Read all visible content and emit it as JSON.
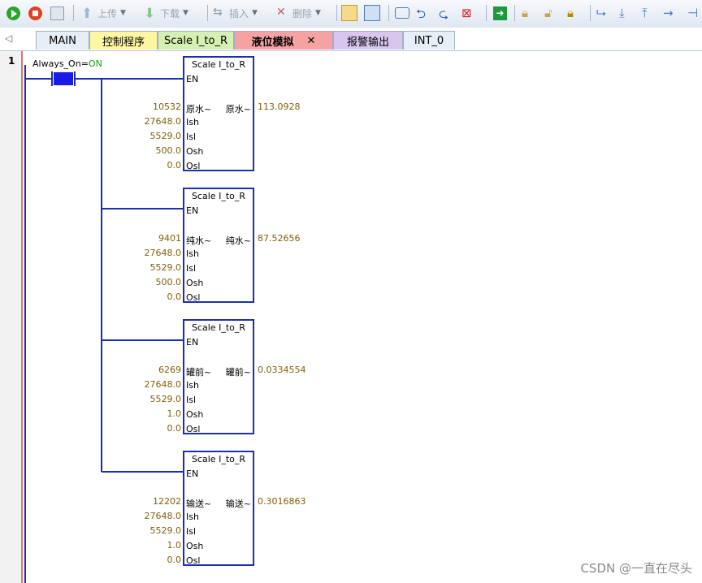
{
  "toolbar": {
    "upload_label": "上传",
    "download_label": "下载",
    "insert_label": "插入",
    "delete_label": "删除",
    "icons": [
      "run-icon",
      "stop-icon",
      "compile-icon",
      "upload-icon",
      "download-icon",
      "insert-icon",
      "delete-icon",
      "network-view-icon",
      "program-view-icon",
      "network-icon",
      "insert-before-icon",
      "insert-after-icon",
      "delete-network-icon",
      "go-icon",
      "lock-icon",
      "unlock-icon",
      "lock-add-icon",
      "branch-icon",
      "line-down-icon",
      "line-up-icon",
      "line-right-icon"
    ]
  },
  "tabs": [
    {
      "label": "MAIN",
      "color": "#e7eef8",
      "active": false
    },
    {
      "label": "控制程序",
      "color": "#fff6a0",
      "active": false
    },
    {
      "label": "Scale I_to_R",
      "color": "#d6efb2",
      "active": false
    },
    {
      "label": "液位模拟",
      "color": "#f6a2a2",
      "active": true,
      "close": "✕"
    },
    {
      "label": "报警输出",
      "color": "#d8c6ef",
      "active": false
    },
    {
      "label": "INT_0",
      "color": "#e7eef8",
      "active": false
    }
  ],
  "network": {
    "number": "1",
    "contact": {
      "name": "Always_On",
      "eq": "=",
      "state": "ON"
    },
    "blocks": [
      {
        "title": "Scale I_to_R",
        "en": "EN",
        "in_pin": "原水~",
        "out_pin": "原水~",
        "in_val": "10532",
        "out_val": "113.0928",
        "params": [
          {
            "v": "27648.0",
            "p": "Ish"
          },
          {
            "v": "5529.0",
            "p": "Isl"
          },
          {
            "v": "500.0",
            "p": "Osh"
          },
          {
            "v": "0.0",
            "p": "Osl"
          }
        ]
      },
      {
        "title": "Scale I_to_R",
        "en": "EN",
        "in_pin": "纯水~",
        "out_pin": "纯水~",
        "in_val": "9401",
        "out_val": "87.52656",
        "params": [
          {
            "v": "27648.0",
            "p": "Ish"
          },
          {
            "v": "5529.0",
            "p": "Isl"
          },
          {
            "v": "500.0",
            "p": "Osh"
          },
          {
            "v": "0.0",
            "p": "Osl"
          }
        ]
      },
      {
        "title": "Scale I_to_R",
        "en": "EN",
        "in_pin": "罐前~",
        "out_pin": "罐前~",
        "in_val": "6269",
        "out_val": "0.0334554",
        "params": [
          {
            "v": "27648.0",
            "p": "Ish"
          },
          {
            "v": "5529.0",
            "p": "Isl"
          },
          {
            "v": "1.0",
            "p": "Osh"
          },
          {
            "v": "0.0",
            "p": "Osl"
          }
        ]
      },
      {
        "title": "Scale I_to_R",
        "en": "EN",
        "in_pin": "输送~",
        "out_pin": "输送~",
        "in_val": "12202",
        "out_val": "0.3016863",
        "params": [
          {
            "v": "27648.0",
            "p": "Ish"
          },
          {
            "v": "5529.0",
            "p": "Isl"
          },
          {
            "v": "1.0",
            "p": "Osh"
          },
          {
            "v": "0.0",
            "p": "Osl"
          }
        ]
      }
    ]
  },
  "watermark": "CSDN @一直在尽头",
  "colors": {
    "wire": "#1c2fb0",
    "value": "#80600a",
    "state_on": "#0fa200"
  }
}
